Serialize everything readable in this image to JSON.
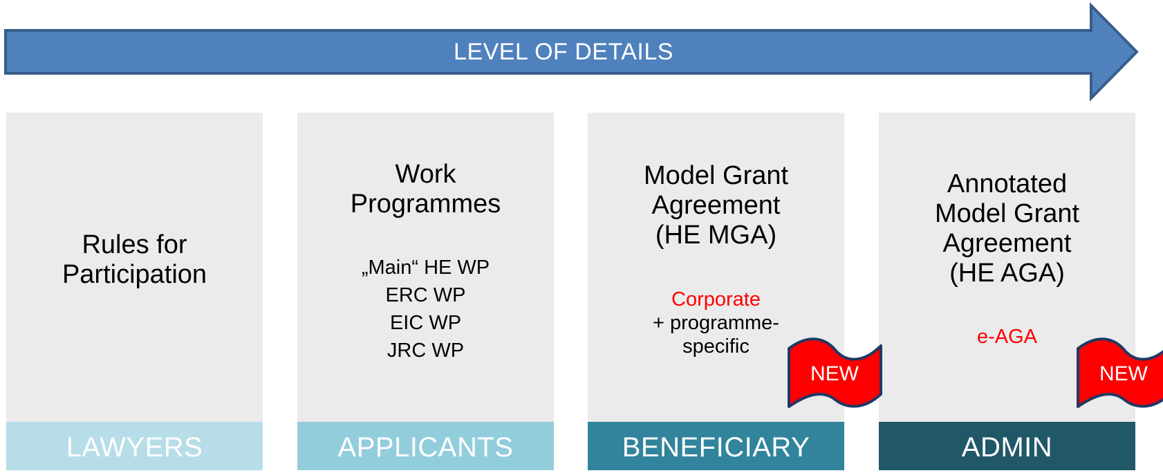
{
  "arrow": {
    "label": "LEVEL OF DETAILS",
    "color": "#4f81bd"
  },
  "columns": [
    {
      "title": [
        "Rules for",
        "Participation"
      ],
      "footer": "LAWYERS",
      "footer_color": "#b7dde8"
    },
    {
      "title": [
        "Work",
        "Programmes"
      ],
      "items": [
        "„Main“ HE WP",
        "ERC WP",
        "EIC WP",
        "JRC WP"
      ],
      "footer": "APPLICANTS",
      "footer_color": "#92cddc"
    },
    {
      "title": [
        "Model Grant",
        "Agreement",
        "(HE MGA)"
      ],
      "note_red": "Corporate",
      "note_lines": [
        "+ programme-",
        "specific"
      ],
      "footer": "BENEFICIARY",
      "footer_color": "#31849b"
    },
    {
      "title": [
        "Annotated",
        "Model Grant",
        "Agreement",
        "(HE AGA)"
      ],
      "note_red": "e-AGA",
      "footer": "ADMIN",
      "footer_color": "#215868"
    }
  ],
  "badges": [
    {
      "label": "NEW"
    },
    {
      "label": "NEW"
    }
  ],
  "colors": {
    "column_bg": "#ebebeb",
    "badge": "#ff0000",
    "highlight_text": "#ff0000"
  }
}
